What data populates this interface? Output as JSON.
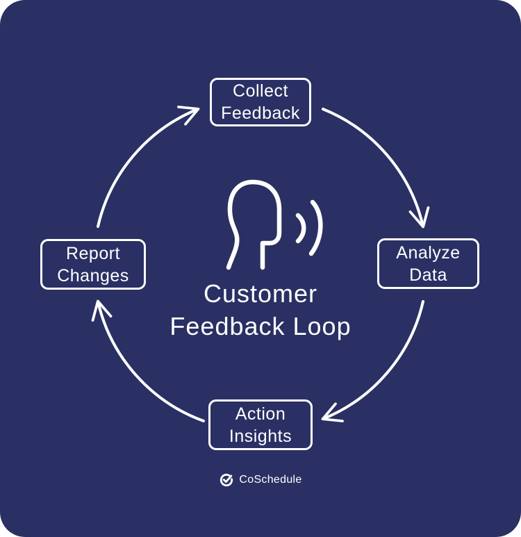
{
  "colors": {
    "background": "#2A3063",
    "foreground": "#FFFFFF"
  },
  "diagram": {
    "title": {
      "line1": "Customer",
      "line2": "Feedback Loop"
    },
    "center_icon": "listening-head-with-sound-waves",
    "nodes": [
      {
        "id": "collect-feedback",
        "position": "top",
        "lines": [
          "Collect",
          "Feedback"
        ]
      },
      {
        "id": "analyze-data",
        "position": "right",
        "lines": [
          "Analyze",
          "Data"
        ]
      },
      {
        "id": "action-insights",
        "position": "bottom",
        "lines": [
          "Action",
          "Insights"
        ]
      },
      {
        "id": "report-changes",
        "position": "left",
        "lines": [
          "Report",
          "Changes"
        ]
      }
    ],
    "arrows": [
      {
        "from": "Collect Feedback",
        "to": "Analyze Data"
      },
      {
        "from": "Analyze Data",
        "to": "Action Insights"
      },
      {
        "from": "Action Insights",
        "to": "Report Changes"
      },
      {
        "from": "Report Changes",
        "to": "Collect Feedback"
      }
    ]
  },
  "footer": {
    "brand": "CoSchedule"
  }
}
